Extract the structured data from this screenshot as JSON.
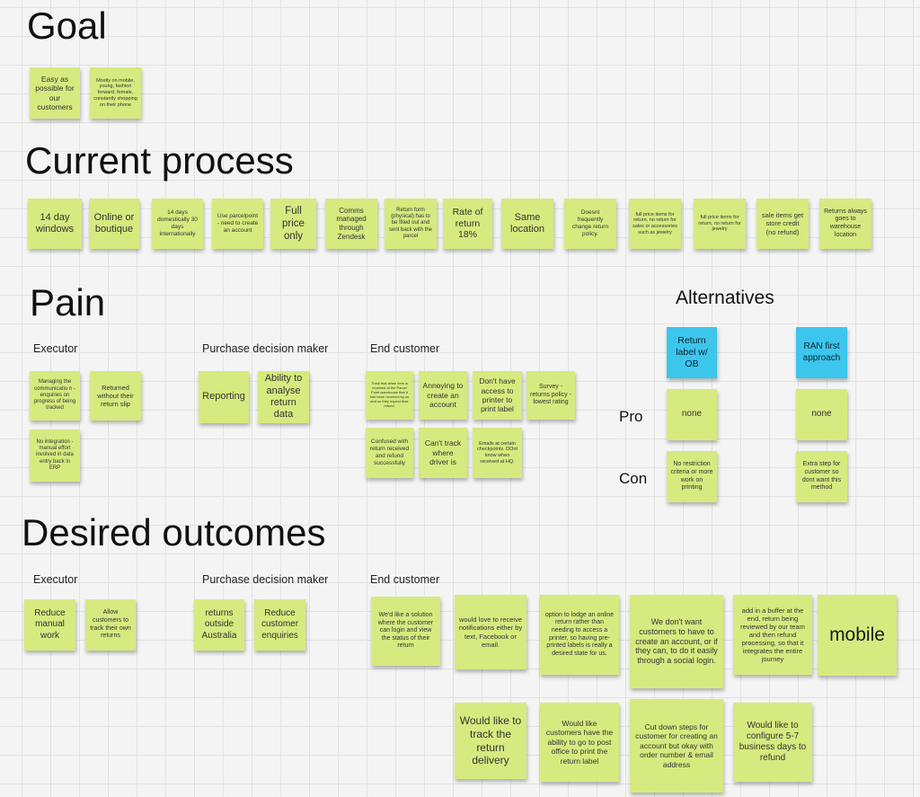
{
  "headings": {
    "goal": "Goal",
    "current_process": "Current process",
    "pain": "Pain",
    "desired_outcomes": "Desired outcomes",
    "alternatives": "Alternatives"
  },
  "columns": {
    "pain_executor": "Executor",
    "pain_purchase": "Purchase decision maker",
    "pain_end": "End customer",
    "desired_executor": "Executor",
    "desired_purchase": "Purchase decision maker",
    "desired_end": "End customer"
  },
  "alternatives": {
    "pro_label": "Pro",
    "con_label": "Con",
    "option1": "Return label w/ OB",
    "option2": "RAN first approach",
    "pro1": "none",
    "pro2": "none",
    "con1": "No restriction criteria or more work on printing",
    "con2": "Extra step for customer so dont want this method"
  },
  "goal_notes": [
    "Easy as possible for our customers",
    "Mostly on mobile, young, fashion forward, female, constantly shopping on their phone"
  ],
  "process_notes": [
    "14 day windows",
    "Online or boutique",
    "14 days domestically 30 days internationally",
    "Use parcelpoint - need to create an account",
    "Full price only",
    "Comms managed through Zendesk",
    "Return form (physical) has to be filled out and sent back with the parcel",
    "Rate of return 18%",
    "Same location",
    "Doesnt frequently change return policy.",
    "full price items for return, no return for sales or accessories such as jewelry",
    "full price items for return, no return for jewelry",
    "sale items get store credit (no refund)",
    "Returns always goes to warehouse location"
  ],
  "pain_notes": [
    "Managing the communicatio n - enquiries on progress of being tracked",
    "Returned without their return slip",
    "No integration - manual effort involved in data entry back in ERP",
    "Reporting",
    "Ability to analyse return data",
    "Think that when item is received at the Parcel Point warehouse that it has been received by us and so they expect their refund.",
    "Annoying to create an account",
    "Don't have access to printer to print label",
    "Survey - returns policy - lowest rating",
    "Confused with return received and refund successfully",
    "Can't track where driver is",
    "Emails at certain checkpoints. DOnt know when received at HQ."
  ],
  "desired_notes": [
    "Reduce manual work",
    "Allow customers to track their own returns",
    "returns outside Australia",
    "Reduce customer enquiries",
    "We'd like a solution where the customer can login and view the status of their return",
    "would love to receive notifications either by text, Facebook or email.",
    "option to lodge an online return rather than needing to access a printer, so having pre-printed labels is really a desired state for us.",
    "We don't want customers to have to create an account, or if they can, to do it easily through a social login.",
    "add in a buffer at the end, return being reviewed by our team and then refund processing, so that it integrates the entire journey",
    "mobile",
    "Would like to track the return delivery",
    "Would like customers have the ability to go to post office to print the return label",
    "Cut down steps for customer for creating an account but okay with order number & email address",
    "Would like to configure 5-7 business days to refund"
  ],
  "colors": {
    "sticky_green": "#d7ea7f",
    "sticky_blue": "#3cc6ec",
    "board_background": "#f4f4f4"
  }
}
